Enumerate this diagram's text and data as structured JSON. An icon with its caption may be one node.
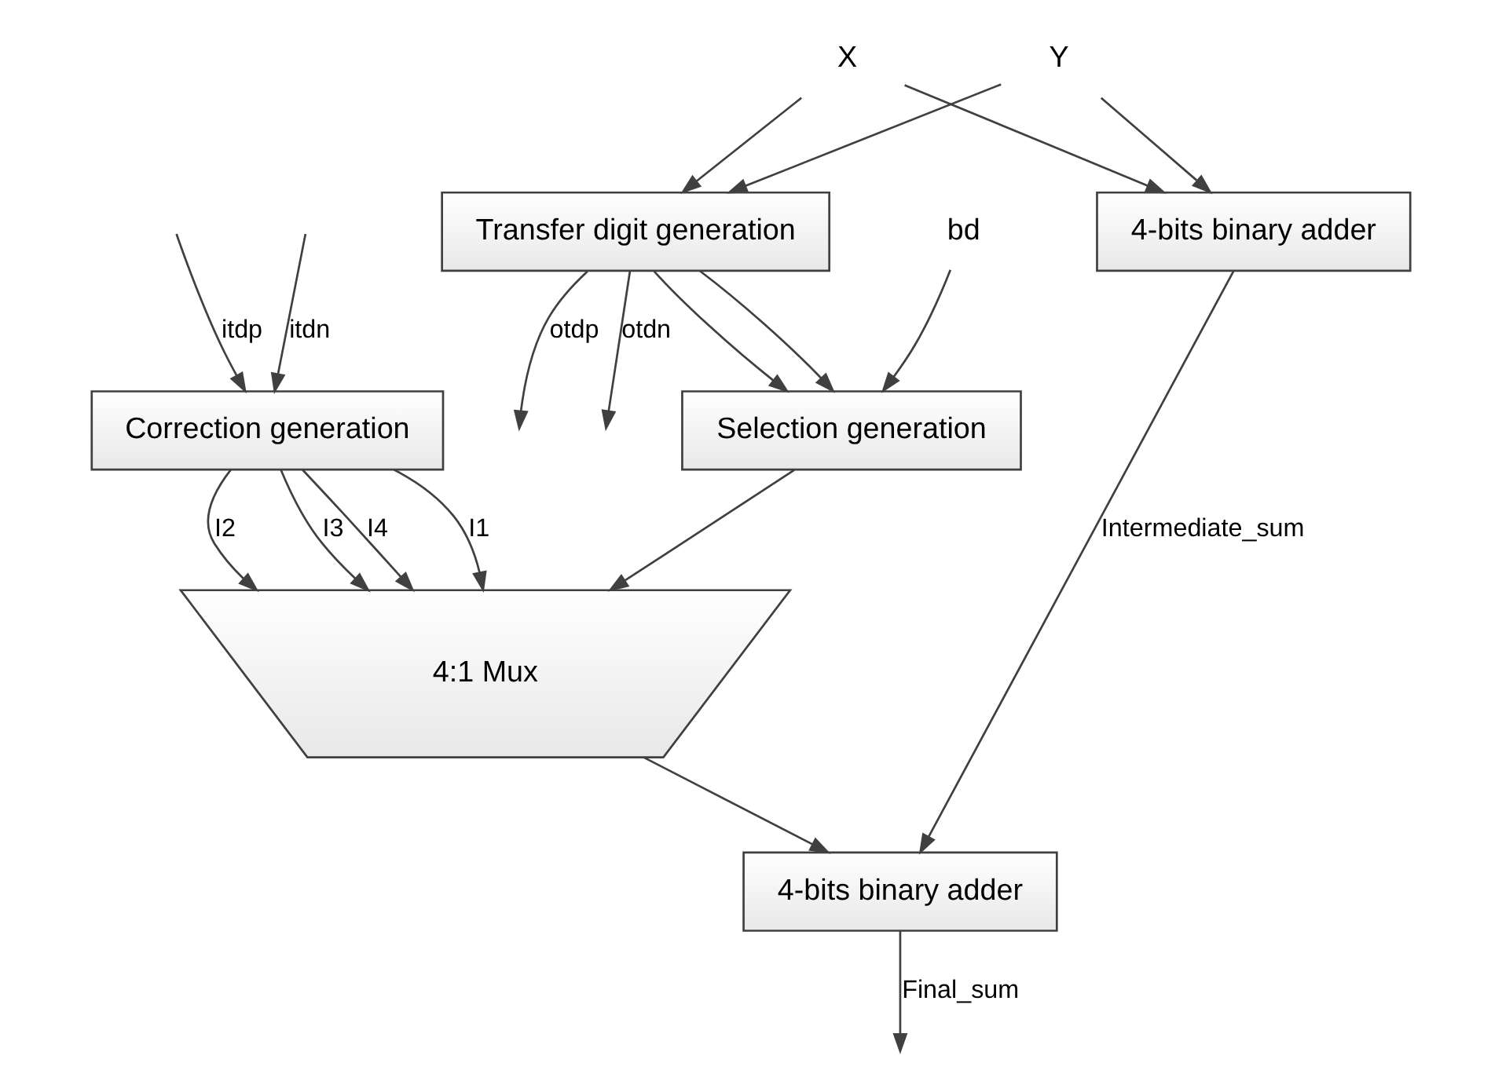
{
  "diagram": {
    "nodes": [
      {
        "text": [
          "bd"
        ]
      },
      {
        "text": [
          "X"
        ]
      },
      {
        "text": [
          "Y"
        ]
      },
      {
        "text": [
          "Transfer digit generation"
        ]
      },
      {
        "text": [
          "4-bits binary adder"
        ]
      },
      {
        "text": [
          "Correction generation"
        ]
      },
      {
        "text": [
          "Selection generation"
        ]
      },
      {
        "text": [
          "4:1 Mux"
        ]
      },
      {
        "text": [
          "4-bits binary adder"
        ]
      }
    ],
    "edges": [
      {
        "from": 2,
        "to": 3,
        "arrow": "to"
      },
      {
        "from": 1,
        "to": 3,
        "arrow": "to"
      },
      {
        "from": 1,
        "to": 4,
        "arrow": "to"
      },
      {
        "from": 2,
        "to": 4,
        "arrow": "to"
      },
      {
        "from": 0,
        "to": 6,
        "arrow": "to"
      },
      {
        "from": 3,
        "to": null,
        "arrow": "to",
        "label": "otdp"
      },
      {
        "from": 3,
        "to": null,
        "arrow": "to",
        "label": "otdn"
      },
      {
        "from": 3,
        "to": 6,
        "arrow": "to"
      },
      {
        "from": 3,
        "to": 6,
        "arrow": "to"
      },
      {
        "from": null,
        "to": 5,
        "arrow": "to",
        "label": "itdp"
      },
      {
        "from": null,
        "to": 5,
        "arrow": "to",
        "label": "itdn"
      },
      {
        "from": 5,
        "to": 7,
        "arrow": "to",
        "label": "I1"
      },
      {
        "from": 5,
        "to": 7,
        "arrow": "to",
        "label": "I2"
      },
      {
        "from": 5,
        "to": 7,
        "arrow": "to",
        "label": "I3"
      },
      {
        "from": 5,
        "to": 7,
        "arrow": "to",
        "label": "I4"
      },
      {
        "from": 6,
        "to": 7,
        "arrow": "to"
      },
      {
        "from": 4,
        "to": 8,
        "arrow": "to",
        "label": "Intermediate_sum"
      },
      {
        "from": 7,
        "to": 8,
        "arrow": "to"
      },
      {
        "from": 8,
        "to": null,
        "arrow": "to",
        "label": "Final_sum"
      }
    ]
  }
}
